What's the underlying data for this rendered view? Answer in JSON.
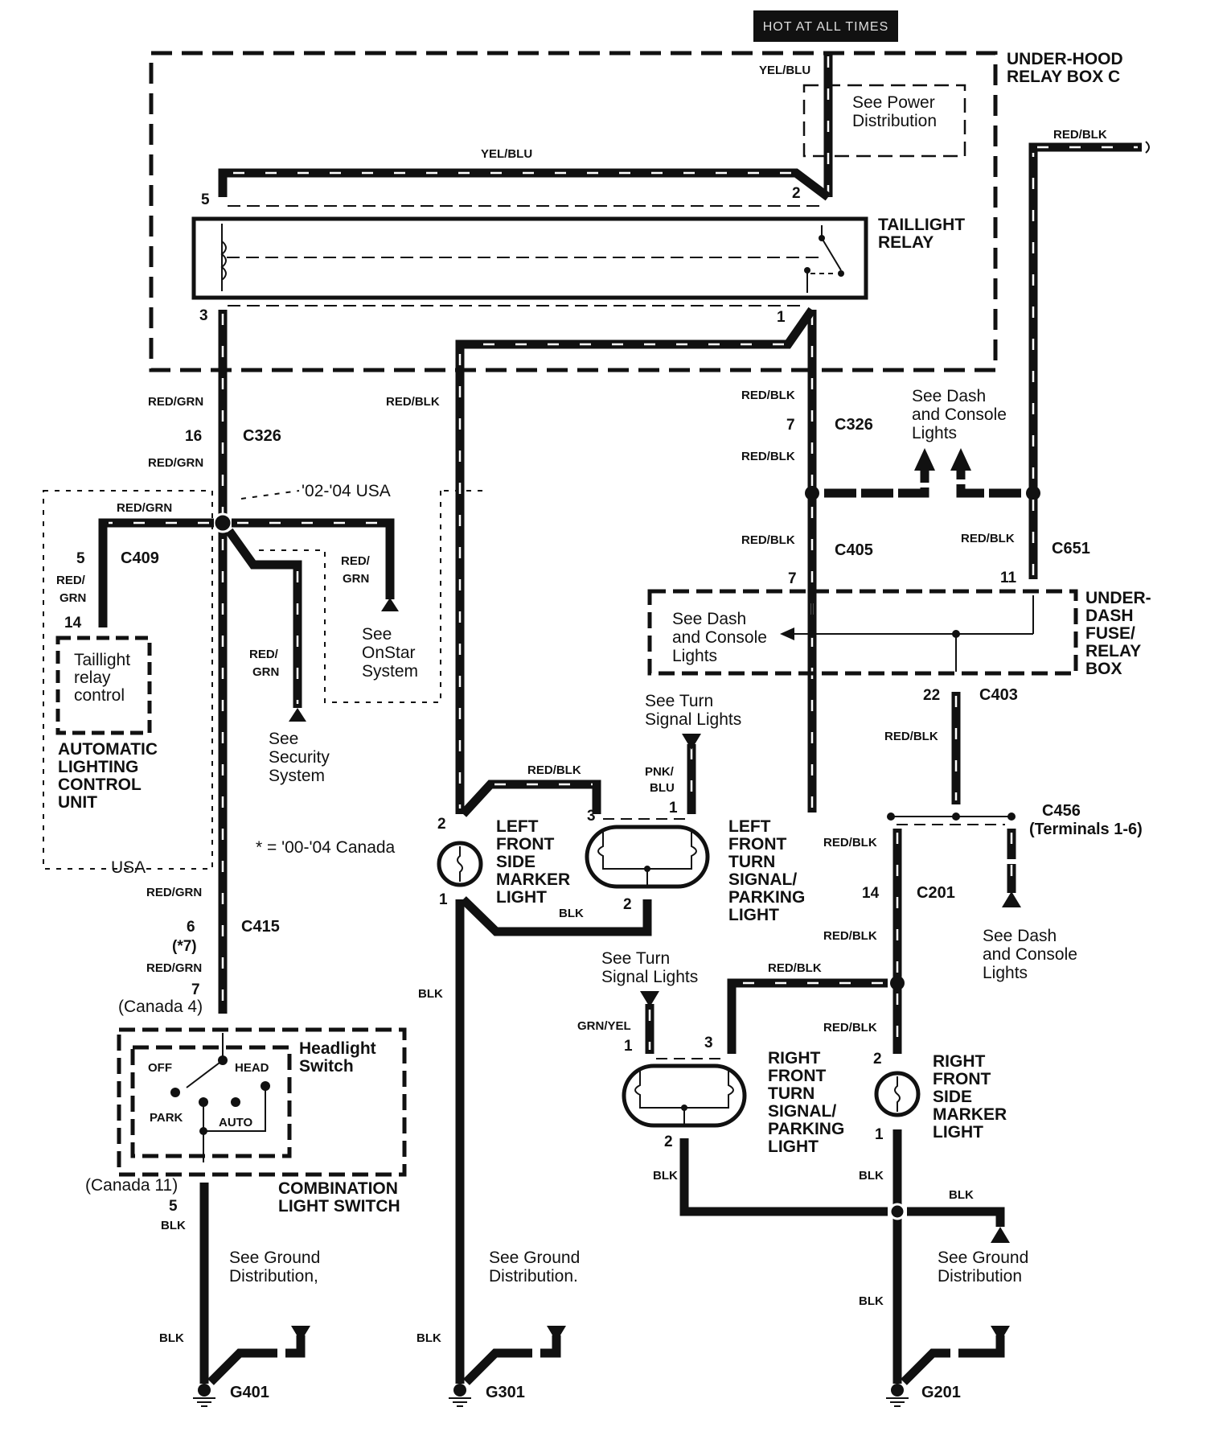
{
  "header": {
    "hot_label": "HOT AT ALL TIMES"
  },
  "boxes": {
    "underhood": "UNDER-HOOD RELAY BOX C",
    "underhood_l1": "UNDER-HOOD",
    "underhood_l2": "RELAY BOX C",
    "power_dist_l1": "See Power",
    "power_dist_l2": "Distribution",
    "taillight_relay_l1": "TAILLIGHT",
    "taillight_relay_l2": "RELAY",
    "underdash_l1": "UNDER-",
    "underdash_l2": "DASH",
    "underdash_l3": "FUSE/",
    "underdash_l4": "RELAY",
    "underdash_l5": "BOX",
    "alcu_inner_l1": "Taillight",
    "alcu_inner_l2": "relay",
    "alcu_inner_l3": "control",
    "alcu_l1": "AUTOMATIC",
    "alcu_l2": "LIGHTING",
    "alcu_l3": "CONTROL",
    "alcu_l4": "UNIT",
    "usa_label": "USA",
    "usa0204_label": "'02-'04 USA",
    "headlight_switch_l1": "Headlight",
    "headlight_switch_l2": "Switch",
    "switch_off": "OFF",
    "switch_head": "HEAD",
    "switch_park": "PARK",
    "switch_auto": "AUTO",
    "combo_l1": "COMBINATION",
    "combo_l2": "LIGHT SWITCH"
  },
  "wires": {
    "yel_blu": "YEL/BLU",
    "red_grn": "RED/GRN",
    "red_blk": "RED/BLK",
    "red_slash": "RED/",
    "grn": "GRN",
    "blk": "BLK",
    "pnk_slash": "PNK/",
    "blu": "BLU",
    "grn_yel": "GRN/YEL"
  },
  "connectors": {
    "c326": "C326",
    "c409": "C409",
    "c405": "C405",
    "c651": "C651",
    "c403": "C403",
    "c456": "C456",
    "c456_sub": "(Terminals 1-6)",
    "c201": "C201",
    "c415": "C415",
    "g401": "G401",
    "g301": "G301",
    "g201": "G201"
  },
  "pins": {
    "p5": "5",
    "p2": "2",
    "p3": "3",
    "p1": "1",
    "p16": "16",
    "p7": "7",
    "p11": "11",
    "p14": "14",
    "p22": "22",
    "p6": "6",
    "star7": "(*7)",
    "canada4": "(Canada 4)",
    "canada11": "(Canada 11)"
  },
  "components": {
    "lf_side_l1": "LEFT",
    "lf_side_l2": "FRONT",
    "lf_side_l3": "SIDE",
    "lf_side_l4": "MARKER",
    "lf_side_l5": "LIGHT",
    "lf_turn_l1": "LEFT",
    "lf_turn_l2": "FRONT",
    "lf_turn_l3": "TURN",
    "lf_turn_l4": "SIGNAL/",
    "lf_turn_l5": "PARKING",
    "lf_turn_l6": "LIGHT",
    "rf_turn_l1": "RIGHT",
    "rf_turn_l2": "FRONT",
    "rf_turn_l3": "TURN",
    "rf_turn_l4": "SIGNAL/",
    "rf_turn_l5": "PARKING",
    "rf_turn_l6": "LIGHT",
    "rf_side_l1": "RIGHT",
    "rf_side_l2": "FRONT",
    "rf_side_l3": "SIDE",
    "rf_side_l4": "MARKER",
    "rf_side_l5": "LIGHT"
  },
  "notes": {
    "dash_l1": "See Dash",
    "dash_l2": "and Console",
    "dash_l3": "Lights",
    "onstar_l1": "See",
    "onstar_l2": "OnStar",
    "onstar_l3": "System",
    "security_l1": "See",
    "security_l2": "Security",
    "security_l3": "System",
    "turn_l1": "See Turn",
    "turn_l2": "Signal Lights",
    "ground_l1": "See Ground",
    "ground_l2a": "Distribution,",
    "ground_l2b": "Distribution.",
    "ground_l2c": "Distribution",
    "canada_note": "* = '00-'04 Canada"
  }
}
